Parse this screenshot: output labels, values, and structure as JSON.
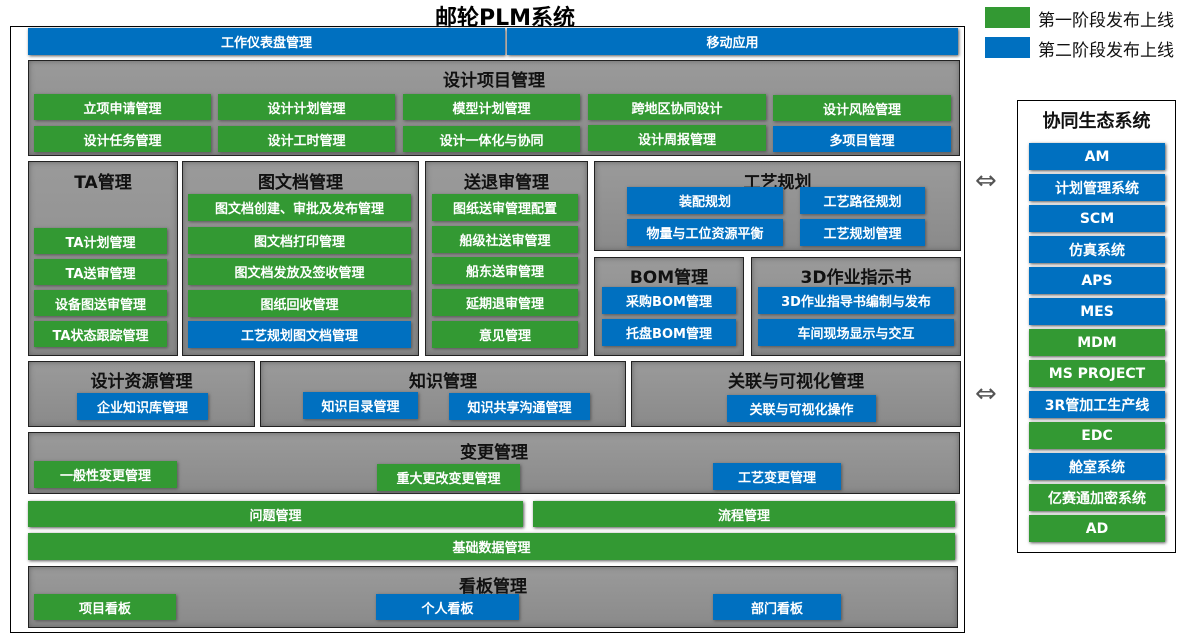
{
  "title": "邮轮PLM系统",
  "legend": [
    {
      "label": "第一阶段发布上线",
      "color": "#339933"
    },
    {
      "label": "第二阶段发布上线",
      "color": "#0070c0"
    }
  ],
  "top": [
    {
      "label": "工作仪表盘管理",
      "phase": 2
    },
    {
      "label": "移动应用",
      "phase": 2
    }
  ],
  "design_project": {
    "title": "设计项目管理",
    "items": [
      {
        "label": "立项申请管理",
        "phase": 1
      },
      {
        "label": "设计计划管理",
        "phase": 1
      },
      {
        "label": "模型计划管理",
        "phase": 1
      },
      {
        "label": "跨地区协同设计",
        "phase": 1
      },
      {
        "label": "设计风险管理",
        "phase": 1
      },
      {
        "label": "设计任务管理",
        "phase": 1
      },
      {
        "label": "设计工时管理",
        "phase": 1
      },
      {
        "label": "设计一体化与协同",
        "phase": 1
      },
      {
        "label": "设计周报管理",
        "phase": 1
      },
      {
        "label": "多项目管理",
        "phase": 2
      }
    ]
  },
  "ta": {
    "title": "TA管理",
    "items": [
      {
        "label": "TA计划管理",
        "phase": 1
      },
      {
        "label": "TA送审管理",
        "phase": 1
      },
      {
        "label": "设备图送审管理",
        "phase": 1
      },
      {
        "label": "TA状态跟踪管理",
        "phase": 1
      }
    ]
  },
  "docs": {
    "title": "图文档管理",
    "items": [
      {
        "label": "图文档创建、审批及发布管理",
        "phase": 1
      },
      {
        "label": "图文档打印管理",
        "phase": 1
      },
      {
        "label": "图文档发放及签收管理",
        "phase": 1
      },
      {
        "label": "图纸回收管理",
        "phase": 1
      },
      {
        "label": "工艺规划图文档管理",
        "phase": 2
      }
    ]
  },
  "review": {
    "title": "送退审管理",
    "items": [
      {
        "label": "图纸送审管理配置",
        "phase": 1
      },
      {
        "label": "船级社送审管理",
        "phase": 1
      },
      {
        "label": "船东送审管理",
        "phase": 1
      },
      {
        "label": "延期退审管理",
        "phase": 1
      },
      {
        "label": "意见管理",
        "phase": 1
      }
    ]
  },
  "process": {
    "title": "工艺规划",
    "items": [
      {
        "label": "装配规划",
        "phase": 2
      },
      {
        "label": "工艺路径规划",
        "phase": 2
      },
      {
        "label": "物量与工位资源平衡",
        "phase": 2
      },
      {
        "label": "工艺规划管理",
        "phase": 2
      }
    ]
  },
  "bom": {
    "title": "BOM管理",
    "items": [
      {
        "label": "采购BOM管理",
        "phase": 2
      },
      {
        "label": "托盘BOM管理",
        "phase": 2
      }
    ]
  },
  "work3d": {
    "title": "3D作业指示书",
    "items": [
      {
        "label": "3D作业指导书编制与发布",
        "phase": 2
      },
      {
        "label": "车间现场显示与交互",
        "phase": 2
      }
    ]
  },
  "resource": {
    "title": "设计资源管理",
    "items": [
      {
        "label": "企业知识库管理",
        "phase": 2
      }
    ]
  },
  "knowledge": {
    "title": "知识管理",
    "items": [
      {
        "label": "知识目录管理",
        "phase": 2
      },
      {
        "label": "知识共享沟通管理",
        "phase": 2
      }
    ]
  },
  "visual": {
    "title": "关联与可视化管理",
    "items": [
      {
        "label": "关联与可视化操作",
        "phase": 2
      }
    ]
  },
  "change": {
    "title": "变更管理",
    "items": [
      {
        "label": "一般性变更管理",
        "phase": 1
      },
      {
        "label": "重大更改变更管理",
        "phase": 1
      },
      {
        "label": "工艺变更管理",
        "phase": 2
      }
    ]
  },
  "bars": [
    {
      "label": "问题管理",
      "phase": 1
    },
    {
      "label": "流程管理",
      "phase": 1
    },
    {
      "label": "基础数据管理",
      "phase": 1
    }
  ],
  "kanban": {
    "title": "看板管理",
    "items": [
      {
        "label": "项目看板",
        "phase": 1
      },
      {
        "label": "个人看板",
        "phase": 2
      },
      {
        "label": "部门看板",
        "phase": 2
      }
    ]
  },
  "eco": {
    "title": "协同生态系统",
    "items": [
      {
        "label": "AM",
        "phase": 2
      },
      {
        "label": "计划管理系统",
        "phase": 2
      },
      {
        "label": "SCM",
        "phase": 2
      },
      {
        "label": "仿真系统",
        "phase": 2
      },
      {
        "label": "APS",
        "phase": 2
      },
      {
        "label": "MES",
        "phase": 2
      },
      {
        "label": "MDM",
        "phase": 1
      },
      {
        "label": "MS PROJECT",
        "phase": 1
      },
      {
        "label": "3R管加工生产线",
        "phase": 2
      },
      {
        "label": "EDC",
        "phase": 1
      },
      {
        "label": "舱室系统",
        "phase": 2
      },
      {
        "label": "亿赛通加密系统",
        "phase": 1
      },
      {
        "label": "AD",
        "phase": 1
      }
    ]
  },
  "arrow_icon": "double-arrow"
}
